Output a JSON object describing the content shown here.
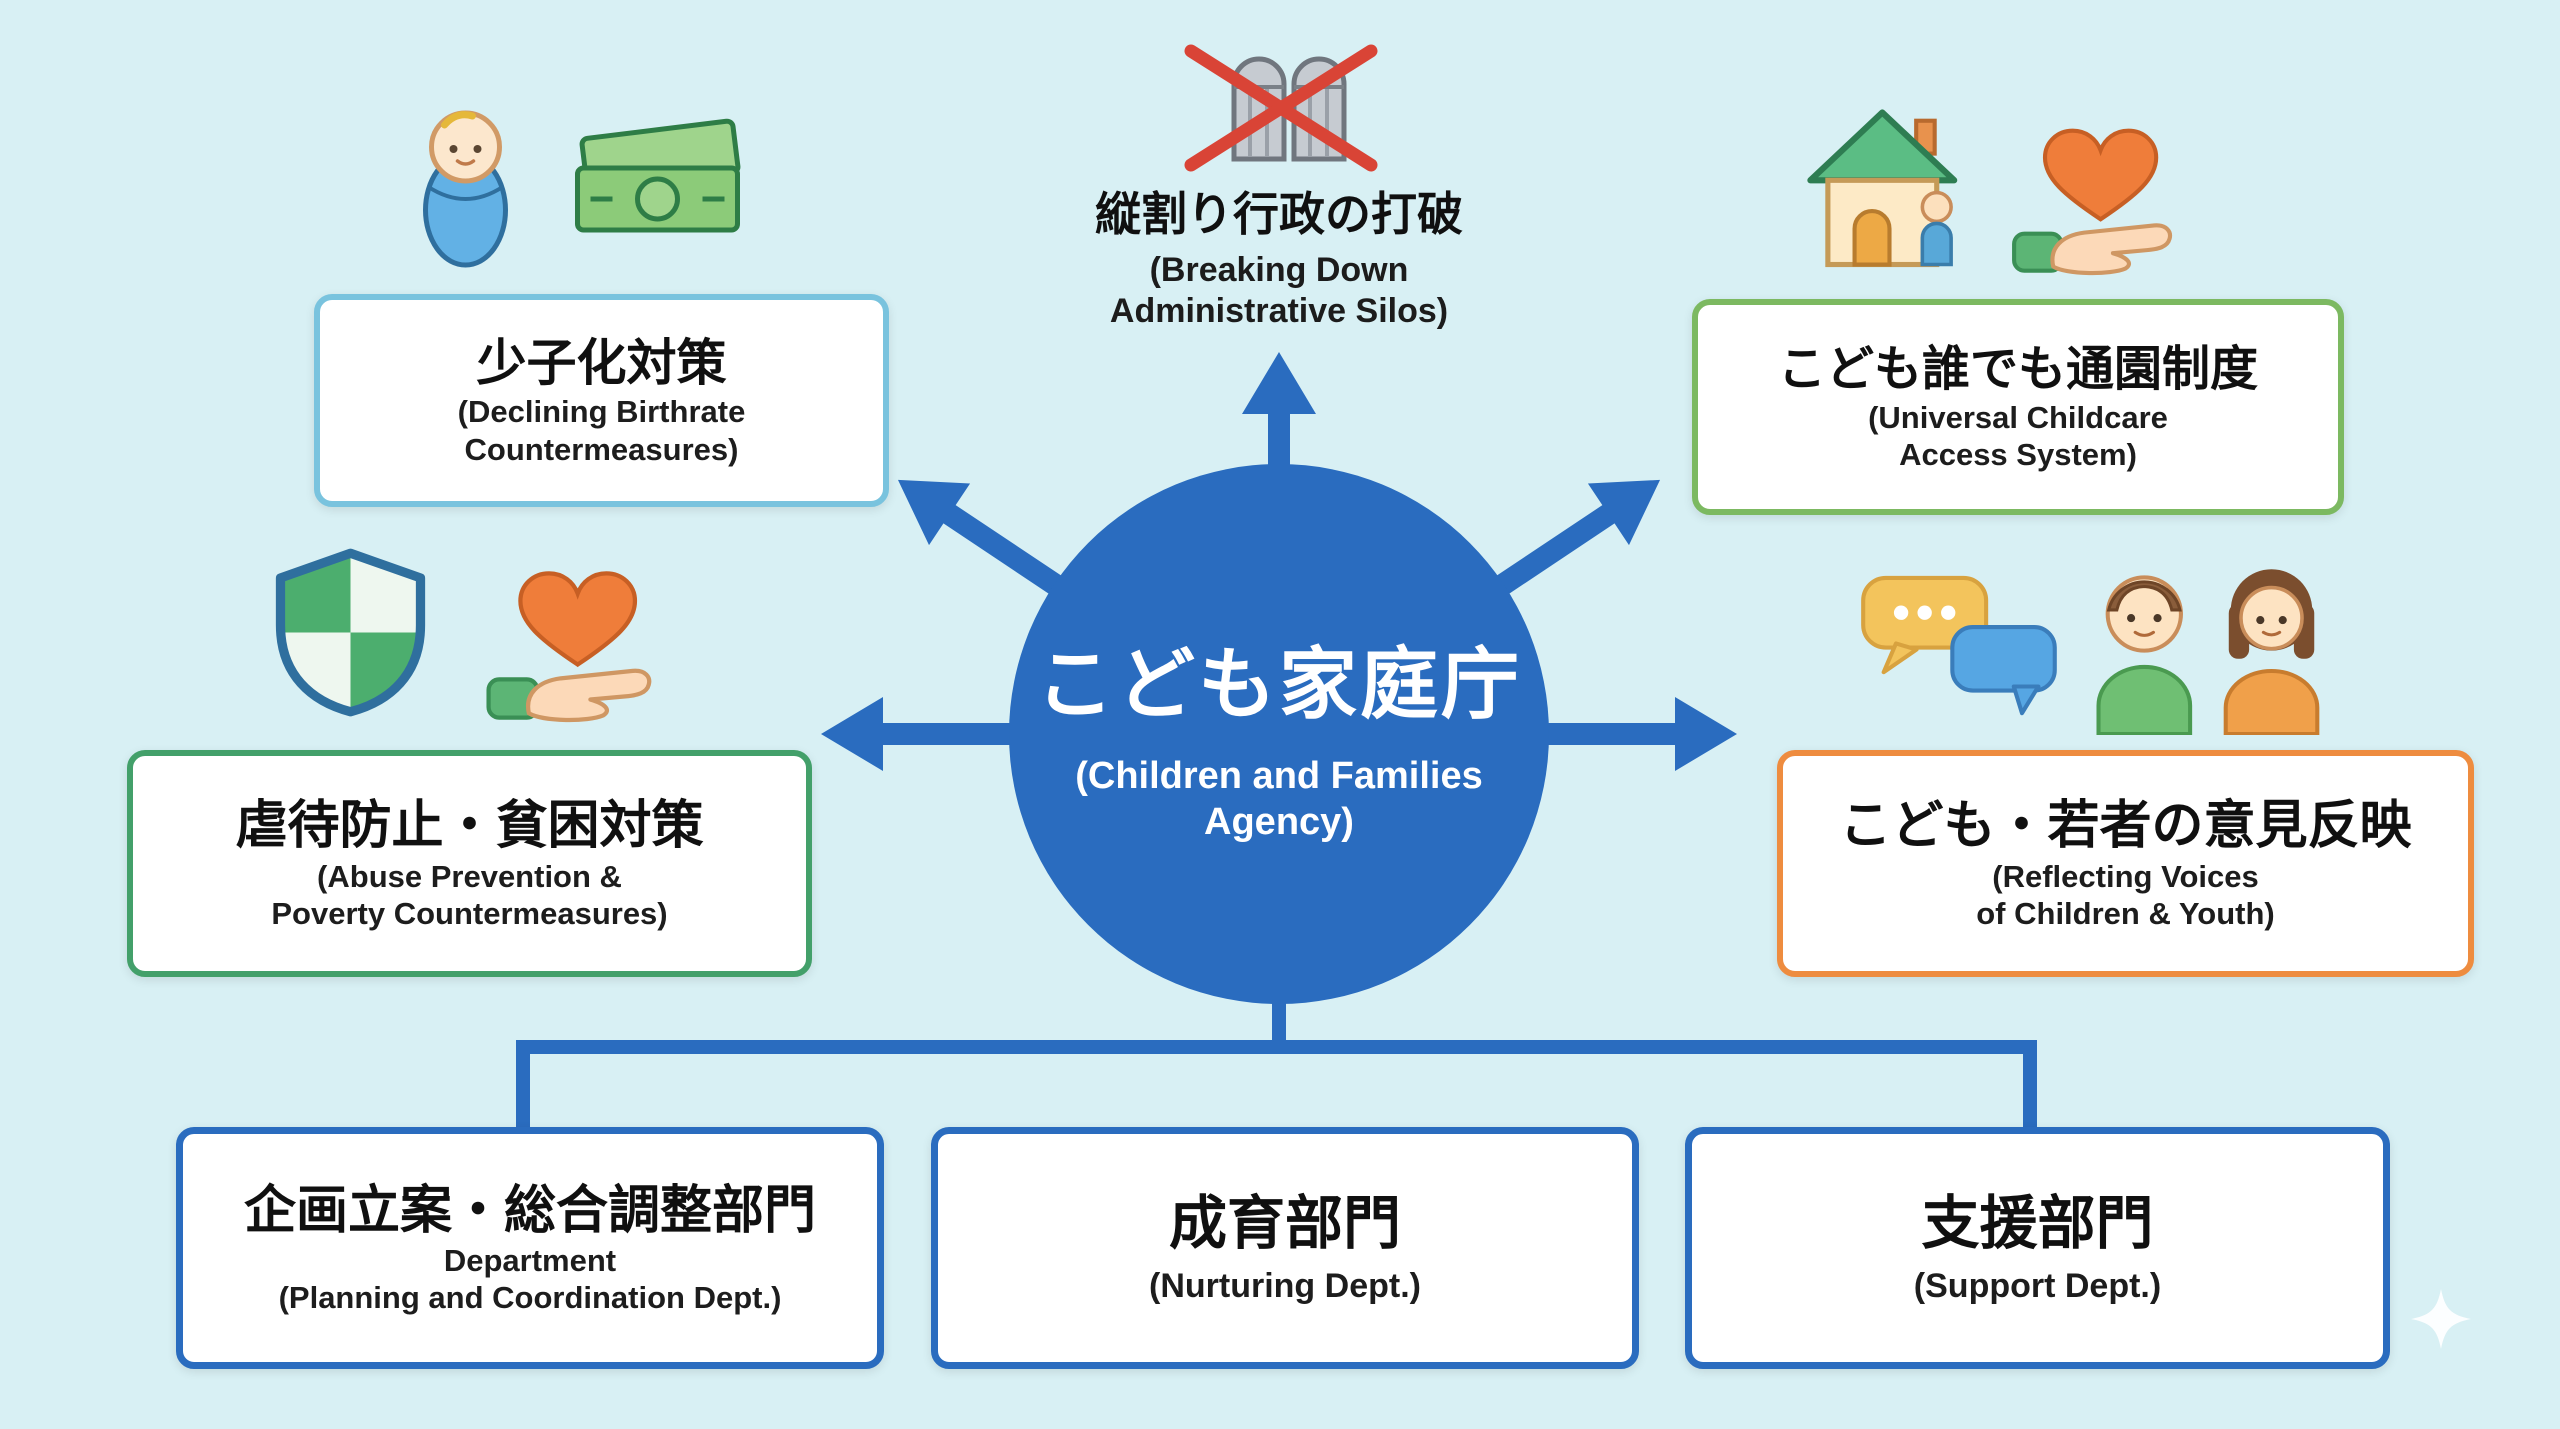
{
  "colors": {
    "background": "#d8f0f4",
    "primary_blue": "#2a6cbf",
    "light_blue_border": "#79c3de",
    "green_border": "#7cb961",
    "dark_green_border": "#43a06a",
    "orange_border": "#ee8c3f",
    "red_cross": "#d94436",
    "circle_text": "#ffffff",
    "title_text": "#101010"
  },
  "center_circle": {
    "title": "こども家庭庁",
    "sub1": "(Children and Families",
    "sub2": "Agency)"
  },
  "top_goal": {
    "title": "縦割り行政の打破",
    "sub1": "(Breaking Down",
    "sub2": "Administrative Silos)",
    "icon": "grain-silos-crossed-icon"
  },
  "policy_boxes": {
    "birthrate": {
      "title": "少子化対策",
      "sub1": "(Declining Birthrate",
      "sub2": "Countermeasures)",
      "icons": [
        "baby-icon",
        "money-icon"
      ]
    },
    "childcare": {
      "title": "こども誰でも通園制度",
      "sub1": "(Universal Childcare",
      "sub2": "Access System)",
      "icons": [
        "house-child-icon",
        "hand-heart-icon"
      ]
    },
    "abuse": {
      "title": "虐待防止・貧困対策",
      "sub1": "(Abuse Prevention &",
      "sub2": "Poverty Countermeasures)",
      "icons": [
        "shield-icon",
        "hand-heart-icon"
      ]
    },
    "voices": {
      "title": "こども・若者の意見反映",
      "sub1": "(Reflecting Voices",
      "sub2": "of Children & Youth)",
      "icons": [
        "speech-bubbles-icon",
        "children-icon"
      ]
    }
  },
  "departments": [
    {
      "title": "企画立案・総合調整部門",
      "sub1": "Department",
      "sub2": "(Planning and Coordination Dept.)"
    },
    {
      "title": "成育部門",
      "sub1": "(Nurturing Dept.)"
    },
    {
      "title": "支援部門",
      "sub1": "(Support Dept.)"
    }
  ],
  "decorations": [
    "sparkle-icon"
  ]
}
